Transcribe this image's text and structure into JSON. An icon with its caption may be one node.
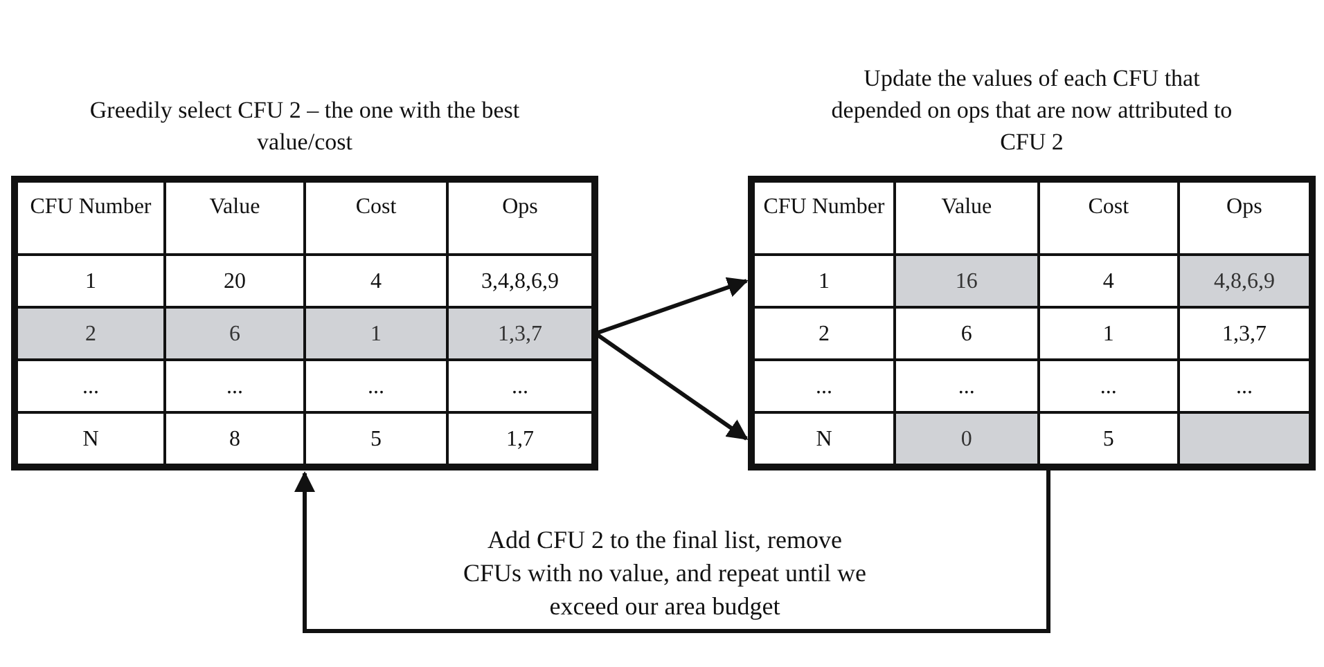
{
  "diagram": {
    "nodes": [
      {
        "text": [
          "Greedily select CFU 2 – the one with the best value/cost"
        ]
      },
      {
        "text": [
          "CFU Number",
          "Value",
          "Cost",
          "Ops"
        ],
        "in": 0
      },
      {
        "text": [
          "1",
          "20",
          "4",
          "3,4,8,6,9"
        ],
        "in": 0
      },
      {
        "text": [
          "2",
          "6",
          "1",
          "1,3,7"
        ],
        "in": 0
      },
      {
        "text": [
          "...",
          "...",
          "...",
          "..."
        ],
        "in": 0
      },
      {
        "text": [
          "N",
          "8",
          "5",
          "1,7"
        ],
        "in": 0
      },
      {
        "text": [
          "Update the values of each CFU that depended on ops that are now attributed to CFU 2"
        ]
      },
      {
        "text": [
          "CFU Number",
          "Value",
          "Cost",
          "Ops"
        ],
        "in": 6
      },
      {
        "text": [
          "1",
          "16",
          "4",
          "4,8,6,9"
        ],
        "in": 6
      },
      {
        "text": [
          "2",
          "6",
          "1",
          "1,3,7"
        ],
        "in": 6
      },
      {
        "text": [
          "...",
          "...",
          "...",
          "..."
        ],
        "in": 6
      },
      {
        "text": [
          "N",
          "0",
          "5"
        ],
        "in": 6
      }
    ],
    "edges": [
      {
        "from": 3,
        "to": 8,
        "arrow": "to"
      },
      {
        "from": 3,
        "to": 11,
        "arrow": "to"
      },
      {
        "from": 6,
        "to": 0,
        "arrow": "to",
        "label": "Add CFU 2 to the final list, remove CFUs with no value, and repeat until we exceed our area budget"
      }
    ]
  }
}
